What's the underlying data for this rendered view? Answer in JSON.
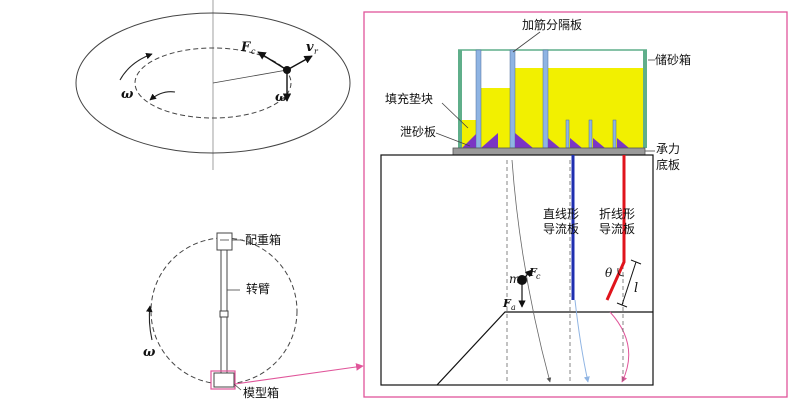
{
  "top_view": {
    "omega_outer": "ω",
    "omega_inner": "ω",
    "force": "F",
    "force_sub": "c",
    "velocity": "v",
    "velocity_sub": "r"
  },
  "side_view": {
    "counterweight_label": "配重箱",
    "arm_label": "转臂",
    "model_box_label": "模型箱",
    "omega": "ω"
  },
  "detail": {
    "rib_partition_label": "加筋分隔板",
    "sand_box_label": "储砂箱",
    "filler_block_label": "填充垫块",
    "sand_release_plate_label": "泄砂板",
    "base_plate_line1": "承力",
    "base_plate_line2": "底板",
    "straight_guide_line1": "直线形",
    "straight_guide_line2": "导流板",
    "folded_guide_line1": "折线形",
    "folded_guide_line2": "导流板",
    "mass": "m",
    "fc": "F",
    "fc_sub": "c",
    "fa": "F",
    "fa_sub": "a",
    "theta": "θ",
    "length": "l"
  },
  "colors": {
    "highlight_pink": "#e0559a",
    "box_green": "#5fae8a",
    "sand_yellow": "#f2f000",
    "partition_blue": "#8fb4e3",
    "release_purple": "#7b35c4",
    "straight_guide_blue": "#1f2fb0",
    "folded_guide_red": "#e0141c",
    "plate_gray": "#9a9a9a"
  }
}
